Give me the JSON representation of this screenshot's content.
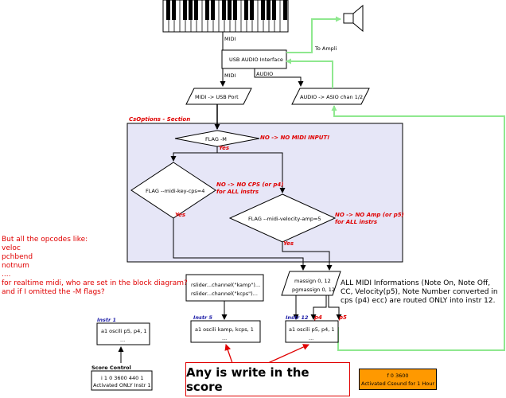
{
  "nodes": {
    "midi_label_top": "MIDI",
    "usb_audio_interface": "USB AUDIO Interface",
    "to_ampli": "To Ampli",
    "midi_label_left": "MIDI",
    "audio_label": "AUDIO",
    "midi_usb_port": "MIDI -> USB Port",
    "audio_asio": "AUDIO -> ASIO chan 1/2",
    "csoptions_section": "CsOptions - Section",
    "flag_m": "FLAG -M",
    "no_midi_input": "NO -> NO MIDI INPUT!",
    "yes_1": "Yes",
    "flag_midi_key": "FLAG --midi-key-cps=4",
    "no_cps_line1": "NO -> NO CPS (or p4)",
    "no_cps_line2": "for ALL instrs",
    "flag_midi_velocity": "FLAG --midi-velocity-amp=5",
    "no_amp_line1": "NO -> NO Amp (or p5)",
    "no_amp_line2": "for ALL instrs",
    "yes_2": "Yes",
    "yes_3": "Yes",
    "rslider_line1": "rslider...channel(\"kamp\")...",
    "rslider_line2": "rslider...channel(\"kcps\")...",
    "massign_line1": "massign 0, 12",
    "massign_line2": "pgmassign 0, 12",
    "instr1_title": "Instr 1",
    "instr1_line1": "a1 oscili p5, p4, 1",
    "instr1_line2": "...",
    "instr5_title": "Instr 5",
    "instr5_line1": "a1 oscili kamp, kcps, 1",
    "instr5_line2": "...",
    "instr12_title": "Instr 12",
    "p4_label": "p4",
    "p5_label": "p5",
    "instr12_line1": "a1 oscili p5, p4, 1",
    "instr12_line2": "...",
    "score_control_title": "Score Control",
    "score_line1": "i 1 0 3600 440 1",
    "score_line2": "Activated ONLY Instr 1"
  },
  "left_note": [
    "But all the opcodes like:",
    "veloc",
    "pchbend",
    "notnum",
    "....",
    "for realtime midi, who are set in the block diagram?",
    "and if I omitted the -M flags?"
  ],
  "midi_info": "ALL MIDI Informations (Note On, Note Off, CC, Velocity(p5), Note Number converted in cps (p4) ecc) are routed ONLY into instr 12.",
  "score_box": "Any is write in the score",
  "f0_box": {
    "line1": "f 0 3600",
    "line2": "Activated Csound for 1 Hour"
  },
  "colors": {
    "section_fill": "#e6e6f7",
    "green_wire": "#8fe88f",
    "red_accent": "#e00000",
    "orange_box": "#ff9900",
    "title_blue": "#1a1aa6"
  }
}
